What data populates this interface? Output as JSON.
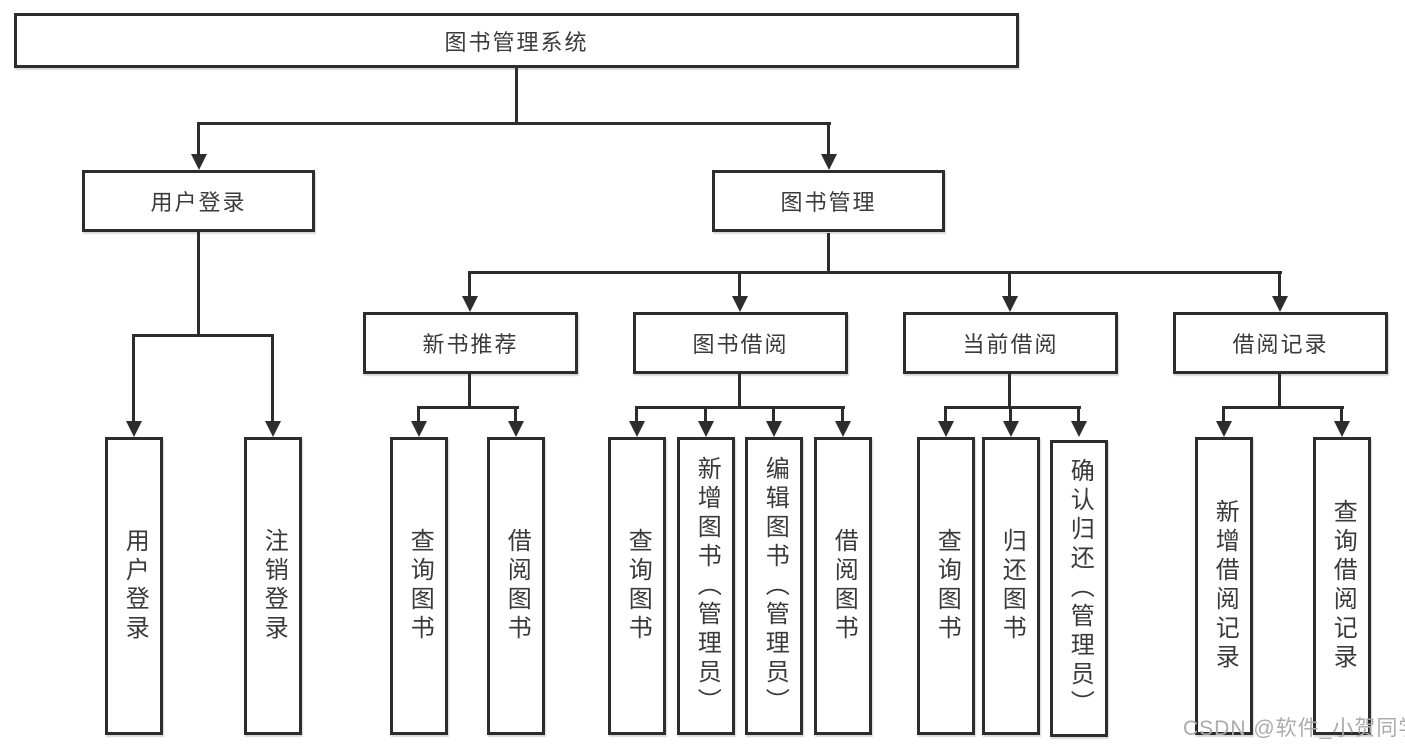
{
  "diagram": {
    "root": {
      "label": "图书管理系统"
    },
    "branches": [
      {
        "label": "用户登录",
        "leaves": [
          {
            "label": "用户登录"
          },
          {
            "label": "注销登录"
          }
        ]
      },
      {
        "label": "图书管理",
        "groups": [
          {
            "label": "新书推荐",
            "leaves": [
              {
                "label": "查询图书"
              },
              {
                "label": "借阅图书"
              }
            ]
          },
          {
            "label": "图书借阅",
            "leaves": [
              {
                "label": "查询图书"
              },
              {
                "label": "新增图书（管理员）"
              },
              {
                "label": "编辑图书（管理员）"
              },
              {
                "label": "借阅图书"
              }
            ]
          },
          {
            "label": "当前借阅",
            "leaves": [
              {
                "label": "查询图书"
              },
              {
                "label": "归还图书"
              },
              {
                "label": "确认归还（管理员）"
              }
            ]
          },
          {
            "label": "借阅记录",
            "leaves": [
              {
                "label": "新增借阅记录"
              },
              {
                "label": "查询借阅记录"
              }
            ]
          }
        ]
      }
    ]
  },
  "watermark": {
    "text": "CSDN @软件_小贺同学"
  },
  "colors": {
    "line": "#2d2d2d",
    "text": "#3a3a3a",
    "watermark": "#ababab",
    "background": "#ffffff",
    "box_fill": "#ffffff"
  }
}
